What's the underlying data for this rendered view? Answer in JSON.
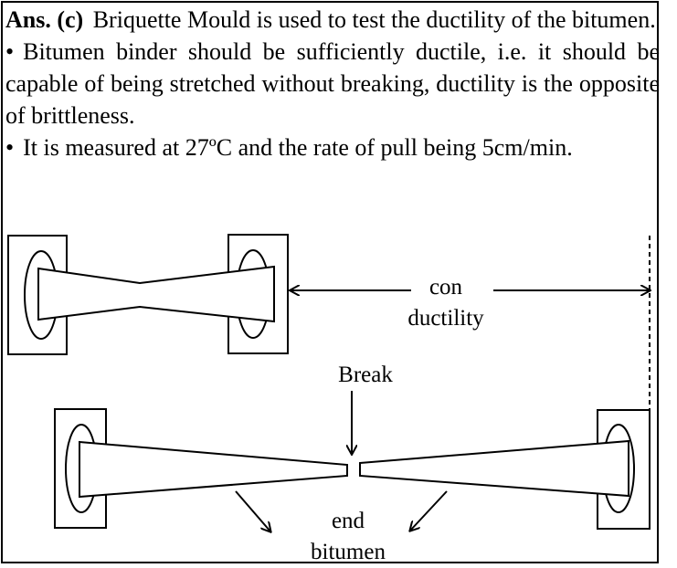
{
  "answer": {
    "prefix": "Ans.",
    "option": "(c)",
    "statement": "Briquette Mould is used to test the ductility of the bitumen."
  },
  "bullets": [
    "Bitumen binder should be sufficiently ductile, i.e. it should be capable of being stretched without breaking, ductility is the opposite of brittleness.",
    "It is measured at 27ºC and the rate of pull being 5cm/min."
  ],
  "bullet_symbol": "•",
  "diagram": {
    "label_con": "con",
    "label_ductility": "ductility",
    "label_break": "Break",
    "label_end": "end",
    "label_bitumen": "bitumen"
  }
}
